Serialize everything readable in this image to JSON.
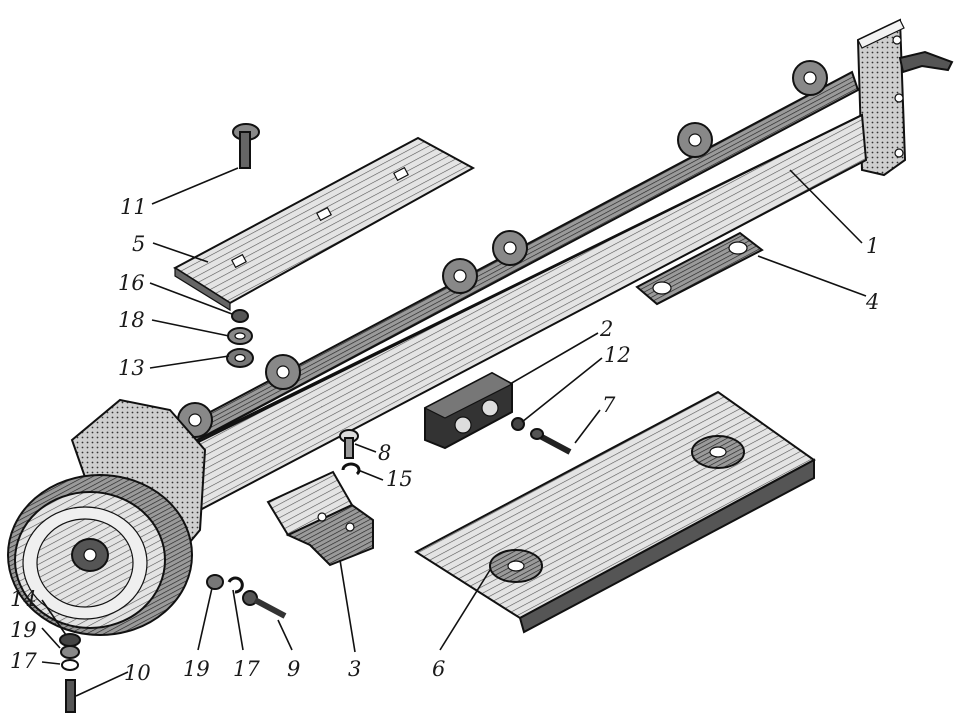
{
  "colors": {
    "ink": "#111111",
    "paper": "#ffffff",
    "shade": "#6b6b6b",
    "light": "#d9d9d9"
  },
  "callouts": {
    "c1": "1",
    "c2": "2",
    "c3": "3",
    "c4": "4",
    "c5": "5",
    "c6": "6",
    "c7": "7",
    "c8": "8",
    "c9": "9",
    "c10": "10",
    "c11": "11",
    "c12": "12",
    "c13": "13",
    "c14": "14",
    "c15": "15",
    "c16": "16",
    "c17a": "17",
    "c17b": "17",
    "c18": "18",
    "c19a": "19",
    "c19b": "19"
  }
}
